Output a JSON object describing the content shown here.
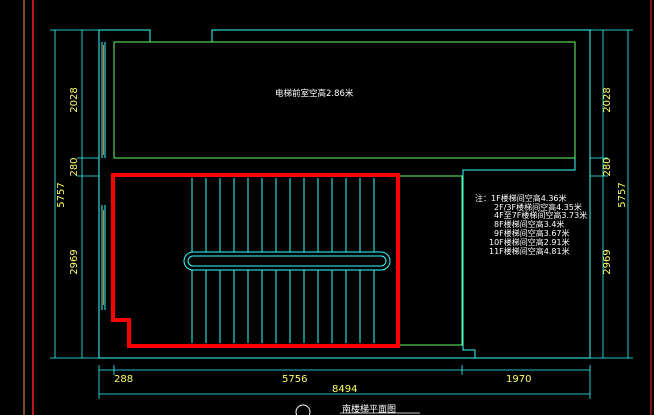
{
  "colors": {
    "background": "#000000",
    "red_frame": "#ff2020",
    "orange_frame": "#ffa040",
    "cyan": "#33ffff",
    "green": "#66ff66",
    "white": "#ffffff",
    "dimension_text": "#ffff66",
    "red_outline": "#ff0000"
  },
  "labels": {
    "lobby_clearance": "电梯前室空高2.86米",
    "drawing_title": "南楼梯平面图"
  },
  "notes": {
    "lines": [
      "注：1F楼梯间空高4.36米",
      "2F/3F楼梯间空高4.35米",
      "4F至7F楼梯间空高3.73米",
      "8F楼梯间空高3.4米",
      "9F楼梯间空高3.67米",
      "10F楼梯间空高2.91米",
      "11F楼梯间空高4.81米"
    ]
  },
  "dimensions": {
    "left": {
      "total": "5757",
      "top": "2028",
      "middle": "280",
      "bottom": "2969"
    },
    "right": {
      "total": "5757",
      "top": "2028",
      "middle": "280",
      "bottom": "2969"
    },
    "bottom": {
      "left": "288",
      "center": "5756",
      "right": "1970",
      "total": "8494"
    }
  }
}
